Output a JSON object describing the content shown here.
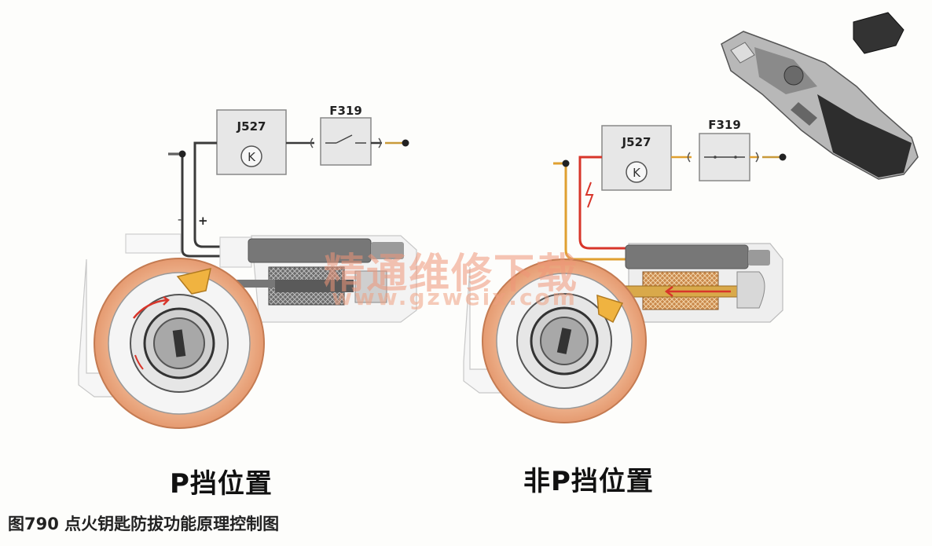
{
  "left_panel": {
    "module_label": "J527",
    "switch_label": "F319",
    "minus_sign": "-",
    "plus_sign": "+",
    "caption": "P挡位置"
  },
  "right_panel": {
    "module_label": "J527",
    "switch_label": "F319",
    "caption": "非P挡位置"
  },
  "watermark": {
    "text": "精通维修下载",
    "url": "www.gzweix.com"
  },
  "figure_caption": "图790  点火钥匙防拔功能原理控制图",
  "colors": {
    "wire_dark": "#3a3a3a",
    "wire_red": "#d8352a",
    "wire_orange": "#e0a030",
    "cylinder_ring": "#e9a883",
    "box_fill": "#e7e7e7"
  }
}
